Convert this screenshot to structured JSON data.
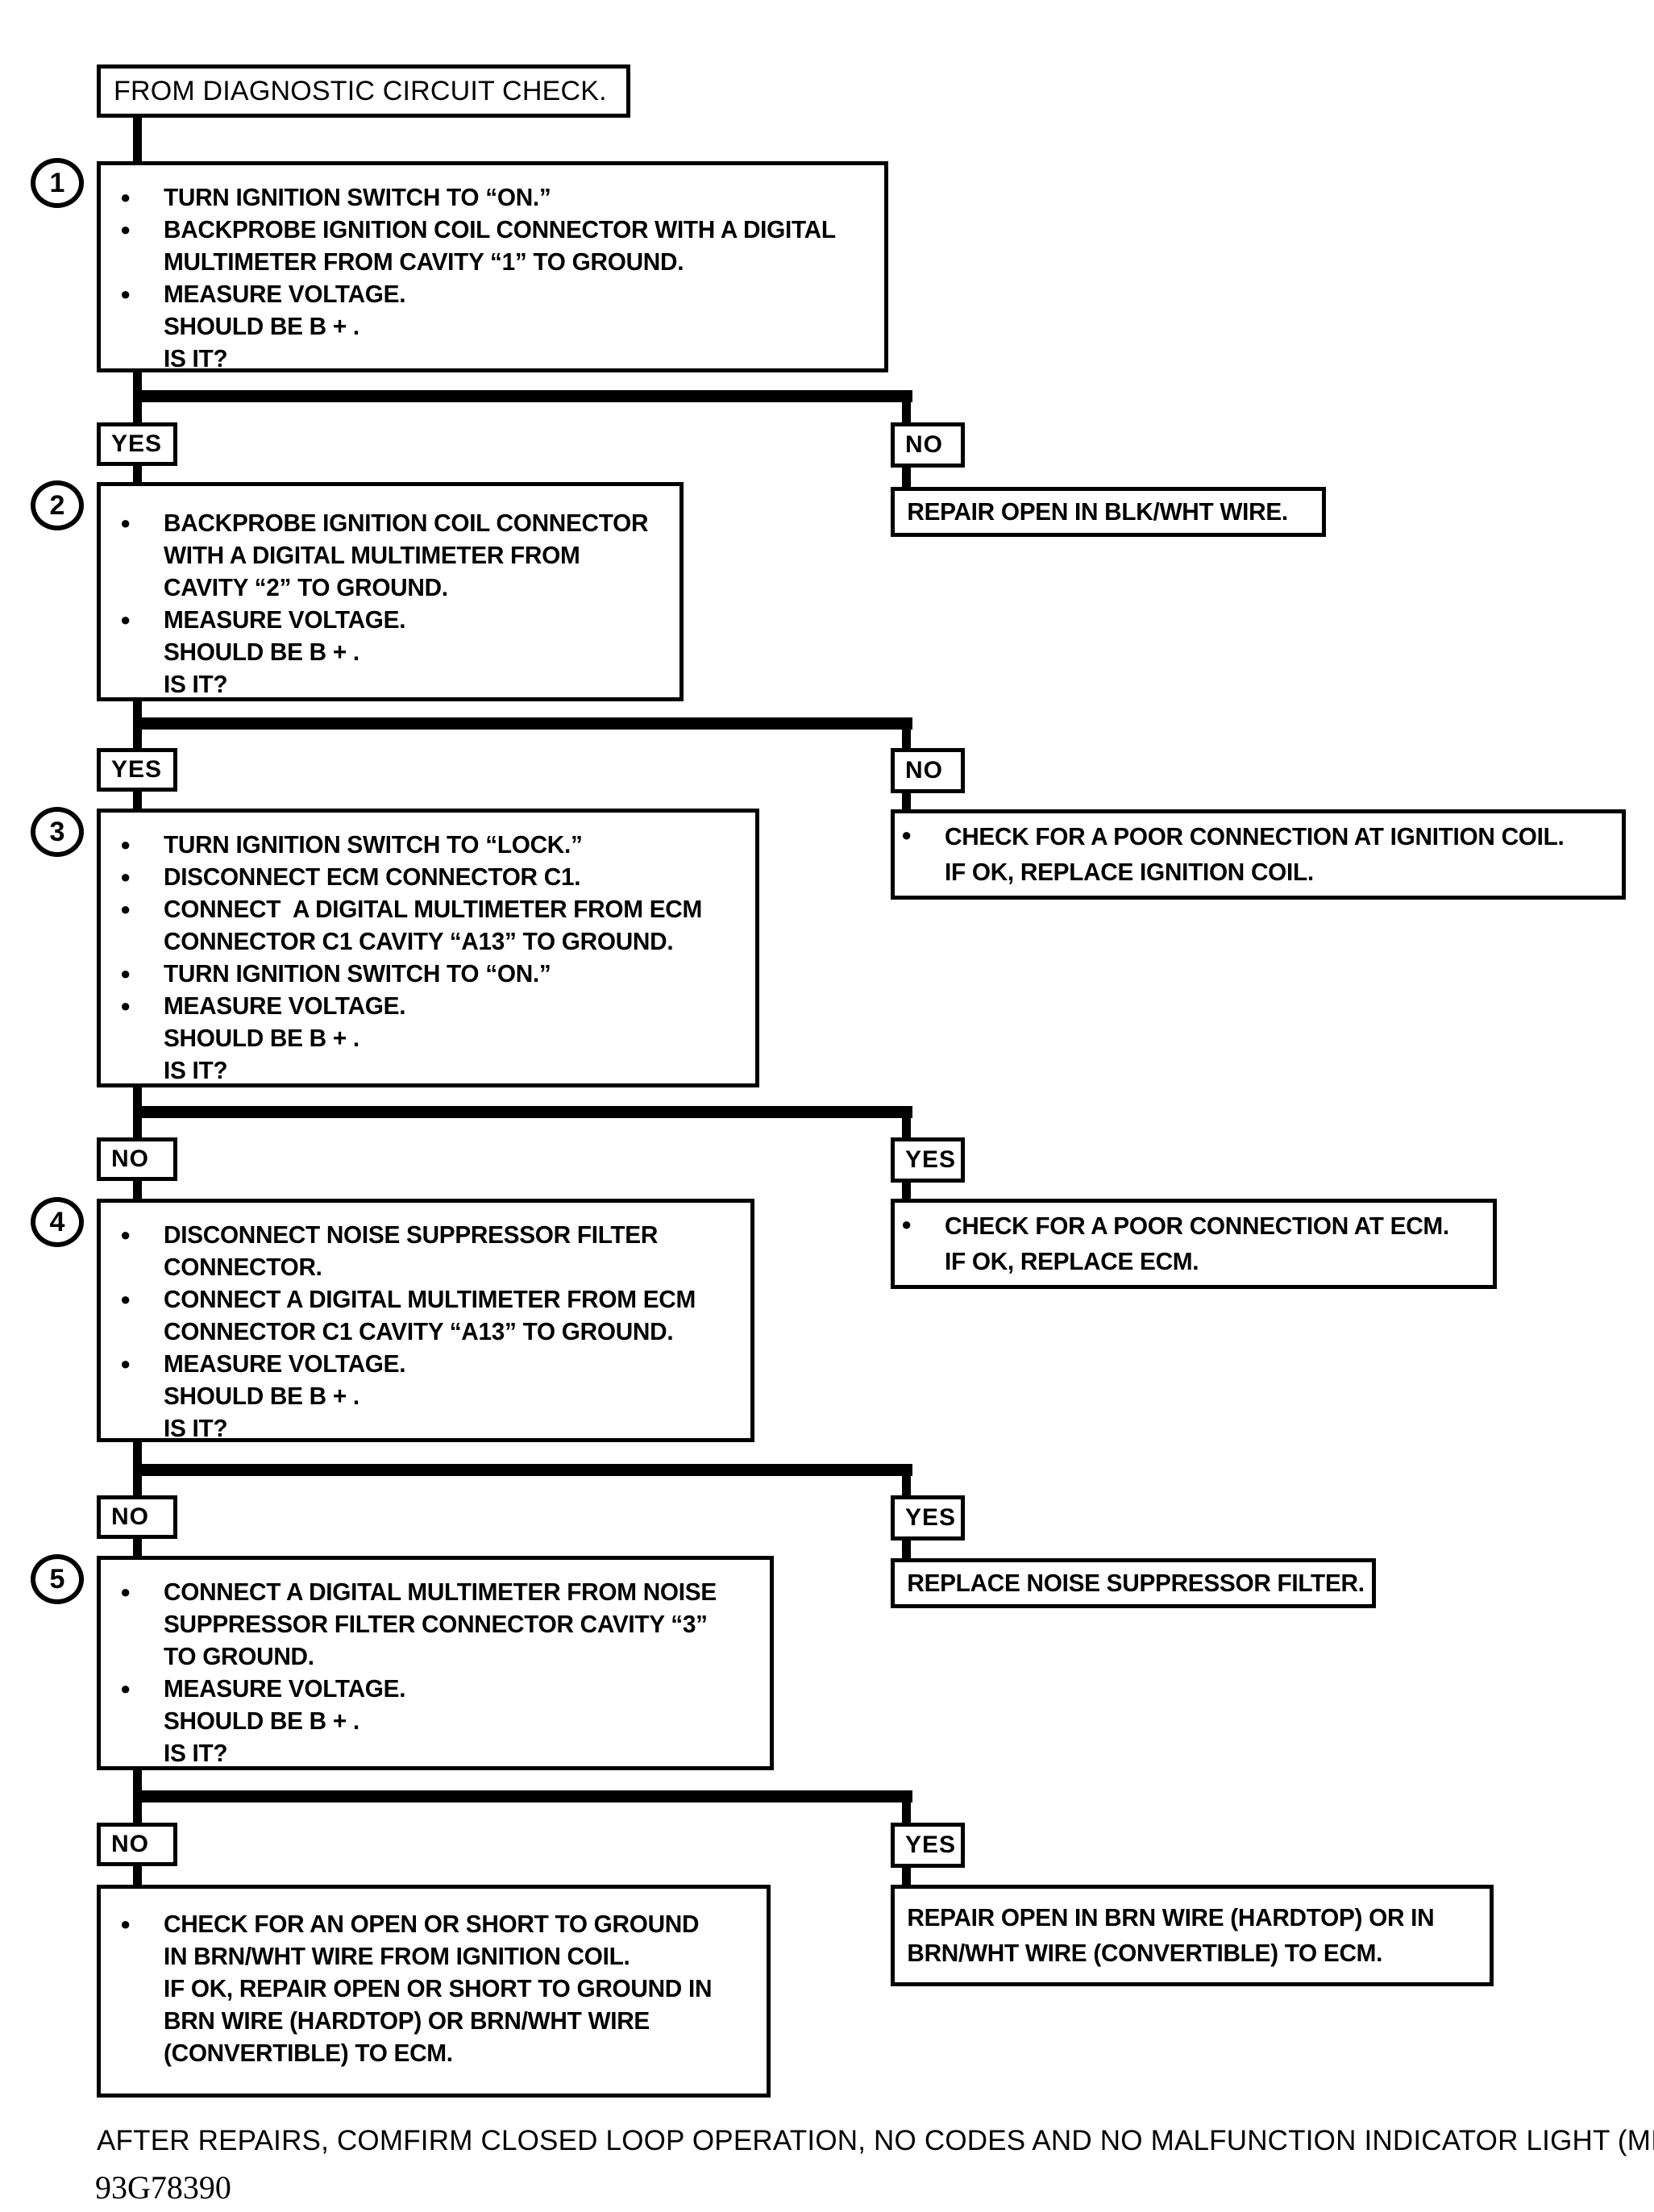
{
  "page": {
    "paper_color": "#ffffff",
    "ink_color": "#000000"
  },
  "start_box": {
    "text": "FROM DIAGNOSTIC CIRCUIT CHECK."
  },
  "footer": {
    "note": "AFTER REPAIRS, COMFIRM CLOSED LOOP OPERATION, NO CODES AND NO MALFUNCTION INDICATOR LIGHT (MIL).",
    "figure_id": "93G78390"
  },
  "steps": [
    {
      "number": "1",
      "lines": [
        {
          "bullet": "●",
          "text": "TURN IGNITION SWITCH TO “ON.”"
        },
        {
          "bullet": "●",
          "text": "BACKPROBE IGNITION COIL CONNECTOR WITH A DIGITAL"
        },
        {
          "bullet": "",
          "text": "MULTIMETER FROM CAVITY “1” TO GROUND."
        },
        {
          "bullet": "●",
          "text": "MEASURE VOLTAGE."
        },
        {
          "bullet": "",
          "text": "SHOULD BE B + ."
        },
        {
          "bullet": "",
          "text": "IS IT?"
        }
      ],
      "branch_left": "YES",
      "branch_right": "NO",
      "outcome": {
        "lines": [
          {
            "bullet": "",
            "text": "REPAIR OPEN IN BLK/WHT WIRE."
          }
        ]
      }
    },
    {
      "number": "2",
      "lines": [
        {
          "bullet": "●",
          "text": "BACKPROBE IGNITION COIL CONNECTOR"
        },
        {
          "bullet": "",
          "text": "WITH A DIGITAL MULTIMETER FROM"
        },
        {
          "bullet": "",
          "text": "CAVITY “2” TO GROUND."
        },
        {
          "bullet": "●",
          "text": "MEASURE VOLTAGE."
        },
        {
          "bullet": "",
          "text": "SHOULD BE B + ."
        },
        {
          "bullet": "",
          "text": "IS IT?"
        }
      ],
      "branch_left": "YES",
      "branch_right": "NO",
      "outcome": {
        "lines": [
          {
            "bullet": "●",
            "text": "CHECK FOR A POOR CONNECTION AT IGNITION COIL."
          },
          {
            "bullet": "",
            "text": "IF OK, REPLACE IGNITION COIL."
          }
        ]
      }
    },
    {
      "number": "3",
      "lines": [
        {
          "bullet": "●",
          "text": "TURN IGNITION SWITCH TO “LOCK.”"
        },
        {
          "bullet": "●",
          "text": "DISCONNECT ECM CONNECTOR C1."
        },
        {
          "bullet": "●",
          "text": "CONNECT  A DIGITAL MULTIMETER FROM ECM"
        },
        {
          "bullet": "",
          "text": "CONNECTOR C1 CAVITY “A13” TO GROUND."
        },
        {
          "bullet": "●",
          "text": "TURN IGNITION SWITCH TO “ON.”"
        },
        {
          "bullet": "●",
          "text": "MEASURE VOLTAGE."
        },
        {
          "bullet": "",
          "text": "SHOULD BE B + ."
        },
        {
          "bullet": "",
          "text": "IS IT?"
        }
      ],
      "branch_left": "NO",
      "branch_right": "YES",
      "outcome": {
        "lines": [
          {
            "bullet": "●",
            "text": "CHECK FOR A POOR CONNECTION AT ECM."
          },
          {
            "bullet": "",
            "text": "IF OK, REPLACE ECM."
          }
        ]
      }
    },
    {
      "number": "4",
      "lines": [
        {
          "bullet": "●",
          "text": "DISCONNECT NOISE SUPPRESSOR FILTER"
        },
        {
          "bullet": "",
          "text": "CONNECTOR."
        },
        {
          "bullet": "●",
          "text": "CONNECT A DIGITAL MULTIMETER FROM ECM"
        },
        {
          "bullet": "",
          "text": "CONNECTOR C1 CAVITY “A13” TO GROUND."
        },
        {
          "bullet": "●",
          "text": "MEASURE VOLTAGE."
        },
        {
          "bullet": "",
          "text": "SHOULD BE B + ."
        },
        {
          "bullet": "",
          "text": "IS IT?"
        }
      ],
      "branch_left": "NO",
      "branch_right": "YES",
      "outcome": {
        "lines": [
          {
            "bullet": "",
            "text": "REPLACE NOISE SUPPRESSOR FILTER."
          }
        ]
      }
    },
    {
      "number": "5",
      "lines": [
        {
          "bullet": "●",
          "text": "CONNECT A DIGITAL MULTIMETER FROM NOISE"
        },
        {
          "bullet": "",
          "text": "SUPPRESSOR FILTER CONNECTOR CAVITY “3”"
        },
        {
          "bullet": "",
          "text": "TO GROUND."
        },
        {
          "bullet": "●",
          "text": "MEASURE VOLTAGE."
        },
        {
          "bullet": "",
          "text": "SHOULD BE B + ."
        },
        {
          "bullet": "",
          "text": "IS IT?"
        }
      ],
      "branch_left": "NO",
      "branch_right": "YES",
      "outcome": {
        "lines": [
          {
            "bullet": "",
            "text": "REPAIR OPEN IN BRN WIRE (HARDTOP) OR IN"
          },
          {
            "bullet": "",
            "text": "BRN/WHT WIRE (CONVERTIBLE) TO ECM."
          }
        ]
      },
      "left_outcome": {
        "lines": [
          {
            "bullet": "●",
            "text": "CHECK FOR AN OPEN OR SHORT TO GROUND"
          },
          {
            "bullet": "",
            "text": "IN BRN/WHT WIRE FROM IGNITION COIL."
          },
          {
            "bullet": "",
            "text": "IF OK, REPAIR OPEN OR SHORT TO GROUND IN"
          },
          {
            "bullet": "",
            "text": "BRN WIRE (HARDTOP) OR BRN/WHT WIRE"
          },
          {
            "bullet": "",
            "text": "(CONVERTIBLE) TO ECM."
          }
        ]
      }
    }
  ]
}
